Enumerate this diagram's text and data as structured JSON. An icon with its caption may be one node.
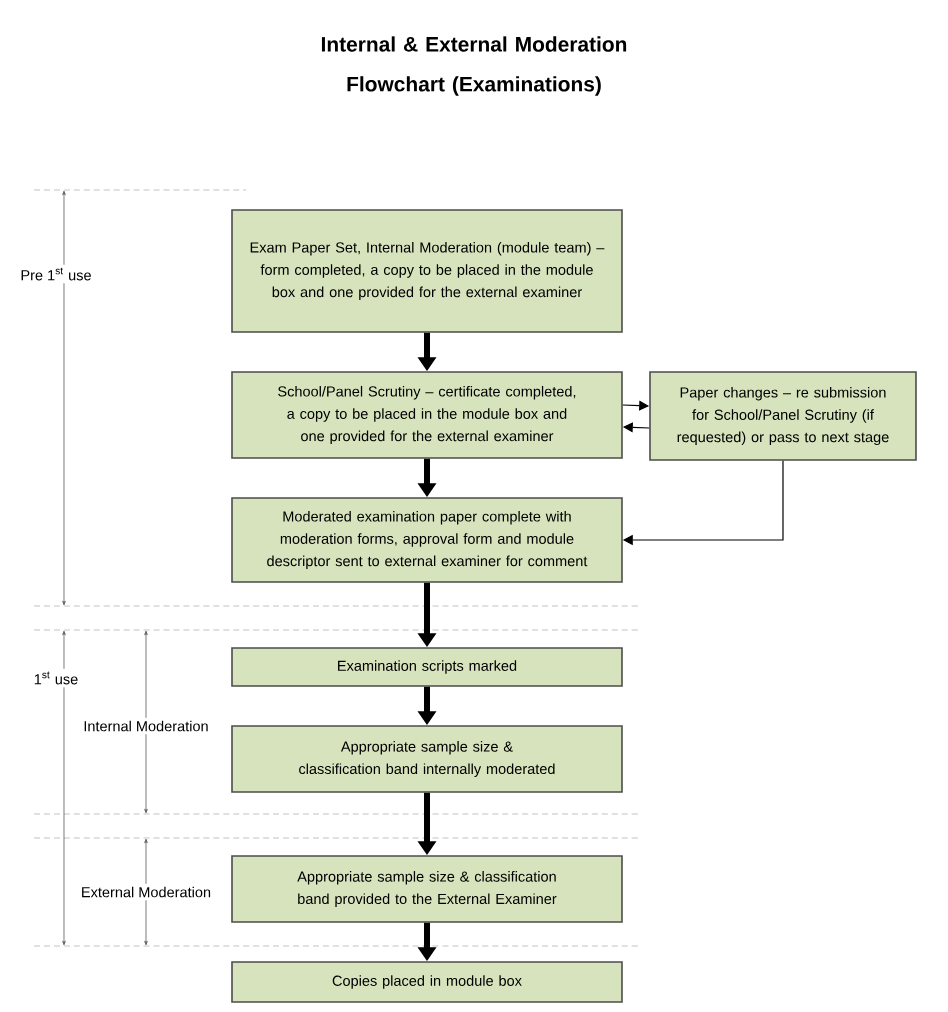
{
  "diagram": {
    "title": "Internal & External Moderation Flowchart (Examinations)",
    "nodes": [
      {
        "text": [
          "Exam Paper Set, Internal Moderation (module team) – form completed, a copy to be placed in the module box and one provided for the external examiner"
        ]
      },
      {
        "text": [
          "School/Panel Scrutiny – certificate completed, a copy to be placed in the module box and one provided for the external examiner"
        ]
      },
      {
        "text": [
          "Paper changes – re submission for School/Panel Scrutiny (if requested) or pass to next stage"
        ]
      },
      {
        "text": [
          "Moderated examination paper complete with moderation forms, approval form and module descriptor sent to external examiner for comment"
        ]
      },
      {
        "text": [
          "Examination scripts marked"
        ]
      },
      {
        "text": [
          "Appropriate sample size & classification band internally moderated"
        ]
      },
      {
        "text": [
          "Appropriate sample size & classification band provided to the External Examiner"
        ]
      },
      {
        "text": [
          "Copies placed in module box"
        ]
      }
    ],
    "edges": [
      {
        "from": 0,
        "to": 1,
        "arrow": "to"
      },
      {
        "from": 1,
        "to": 2,
        "arrow": "to"
      },
      {
        "from": 2,
        "to": 1,
        "arrow": "to"
      },
      {
        "from": 1,
        "to": 3,
        "arrow": "to"
      },
      {
        "from": 2,
        "to": 3,
        "arrow": "to"
      },
      {
        "from": 3,
        "to": 4,
        "arrow": "to"
      },
      {
        "from": 4,
        "to": 5,
        "arrow": "to"
      },
      {
        "from": 5,
        "to": 6,
        "arrow": "to"
      },
      {
        "from": 6,
        "to": 7,
        "arrow": "to"
      }
    ],
    "labels": [
      "Pre 1$^{st}$ use",
      "1$^{st}$ use",
      "Internal Moderation",
      "External Moderation"
    ]
  }
}
